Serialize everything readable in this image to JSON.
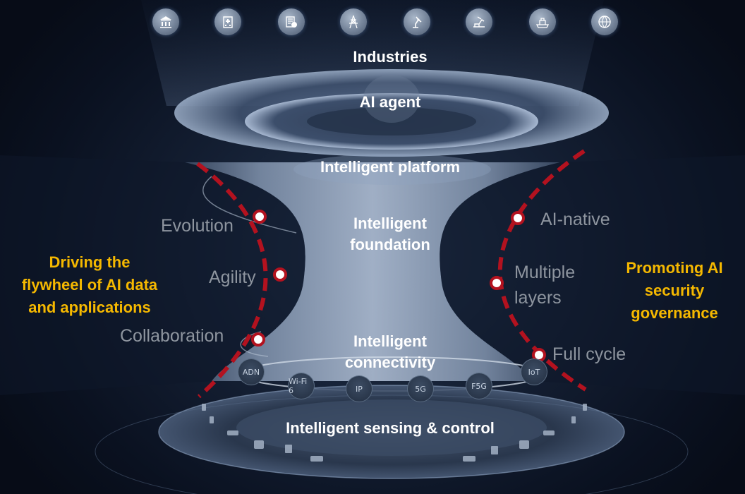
{
  "industry_icons": [
    {
      "name": "government-bank-icon"
    },
    {
      "name": "hospital-icon"
    },
    {
      "name": "finance-icon"
    },
    {
      "name": "power-grid-icon"
    },
    {
      "name": "manufacturing-robot-icon"
    },
    {
      "name": "mining-icon"
    },
    {
      "name": "shipping-port-icon"
    },
    {
      "name": "internet-globe-icon"
    }
  ],
  "layers": {
    "industries": "Industries",
    "ai_agent": "AI agent",
    "platform": "Intelligent platform",
    "foundation": "Intelligent\nfoundation",
    "connectivity": "Intelligent\nconnectivity",
    "sensing": "Intelligent sensing & control"
  },
  "left": {
    "heading": "Driving the\nflywheel of AI data\nand applications",
    "points": [
      "Evolution",
      "Agility",
      "Collaboration"
    ]
  },
  "right": {
    "heading": "Promoting AI\nsecurity\ngovernance",
    "points": [
      "AI-native",
      "Multiple\nlayers",
      "Full cycle"
    ]
  },
  "tech_nodes": [
    "ADN",
    "Wi-Fi 6",
    "IP",
    "5G",
    "F5G",
    "IoT"
  ],
  "colors": {
    "accent_heading": "#f5b800",
    "dashed_curve": "#b3121f",
    "layer_text": "#ffffff",
    "attribute_text": "#8e959f"
  }
}
